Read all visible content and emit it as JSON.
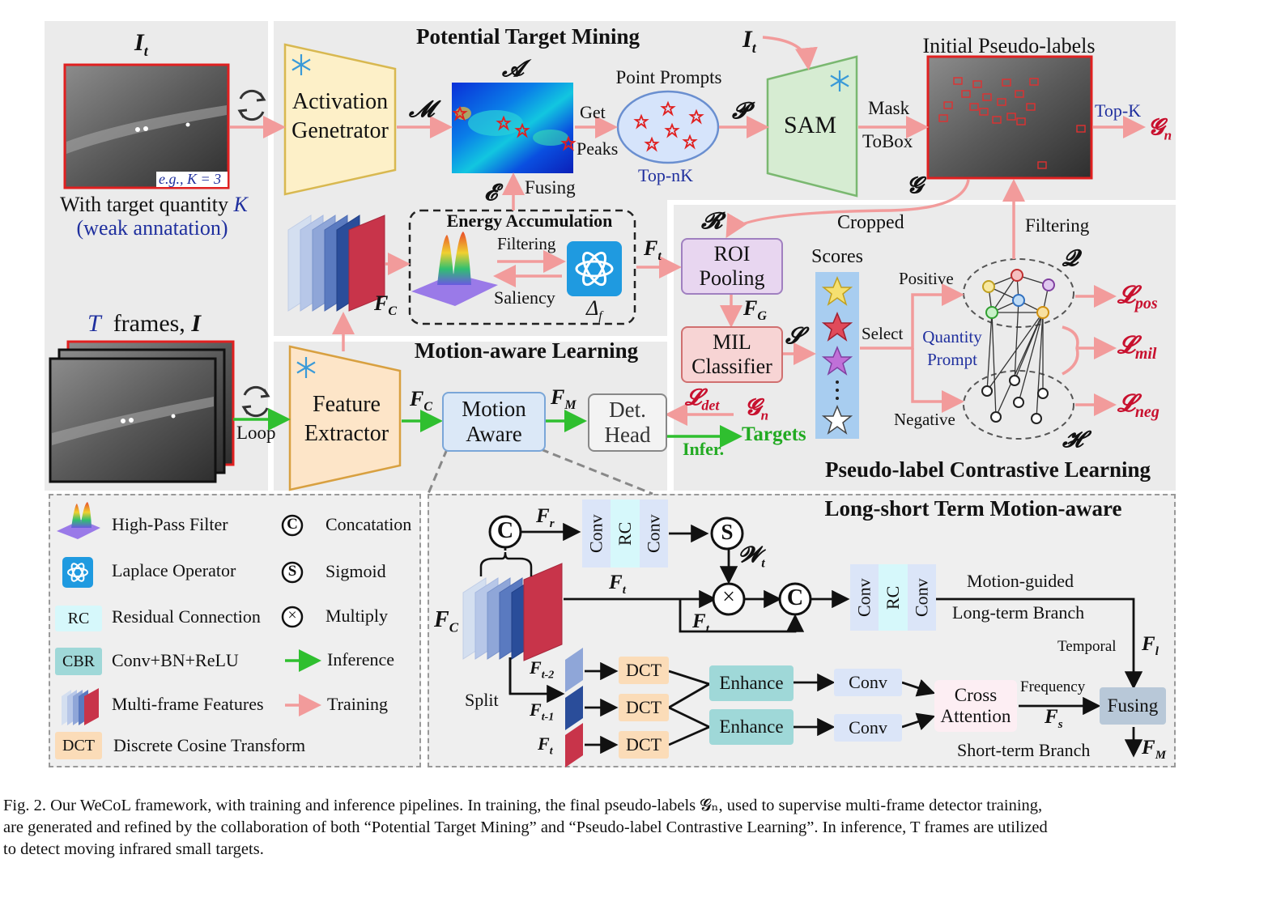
{
  "sections": {
    "ptm_title": "Potential Target Mining",
    "mal_title": "Motion-aware Learning",
    "plcl_title": "Pseudo-label Contrastive Learning",
    "ltm_title": "Long-short Term Motion-aware"
  },
  "input": {
    "it_label": "I",
    "it_sub": "t",
    "example": "e.g., K = 3",
    "quantity_line1": "With target quantity",
    "quantity_k": "K",
    "quantity_line2": "(weak annatation)",
    "frames_t": "T",
    "frames_text": "frames,",
    "frames_i": "I",
    "loop": "Loop"
  },
  "ptm": {
    "activation_label": "Activation Genetrator",
    "m_symbol": "𝓜",
    "a_symbol": "𝓐",
    "get_peaks": [
      "Get",
      "Peaks"
    ],
    "point_prompts": "Point Prompts",
    "topnk": "Top-nK",
    "p_symbol": "𝓟",
    "sam_label": "SAM",
    "it_label": "I",
    "it_sub": "t",
    "mask_tobox": [
      "Mask",
      "ToBox"
    ],
    "initial_pl": "Initial Pseudo-labels",
    "topk": "Top-K",
    "gn_symbol": "𝓖",
    "gn_sub": "n",
    "g_symbol": "𝓖",
    "e_symbol": "𝓔",
    "fusing": "Fusing",
    "energy_title": "Energy Accumulation",
    "filtering": "Filtering",
    "saliency": "Saliency",
    "delta_f": "Δ",
    "delta_sub": "f",
    "fc": "F",
    "fc_sub": "C",
    "ft": "F",
    "ft_sub": "t"
  },
  "mal": {
    "feature_extractor": "Feature Extractor",
    "fc": "F",
    "fc_sub": "C",
    "motion_aware": "Motion Aware",
    "fm": "F",
    "fm_sub": "M",
    "det_head": "Det. Head",
    "ldet": "𝓛",
    "ldet_sub": "det",
    "gn": "𝓖",
    "gn_sub": "n",
    "infer": "Infer.",
    "targets": "Targets"
  },
  "plcl": {
    "r_symbol": "𝓡",
    "cropped": "Cropped",
    "roi_pooling": "ROI Pooling",
    "fg": "F",
    "fg_sub": "G",
    "mil_classifier": "MIL Classifier",
    "s_symbol": "𝓢",
    "scores": "Scores",
    "select": "Select",
    "positive": "Positive",
    "negative": "Negative",
    "quantity_prompt": [
      "Quantity",
      "Prompt"
    ],
    "filtering": "Filtering",
    "q_symbol": "𝓠",
    "h_symbol": "𝓗",
    "lpos": "𝓛",
    "lpos_sub": "pos",
    "lmil": "𝓛",
    "lmil_sub": "mil",
    "lneg": "𝓛",
    "lneg_sub": "neg"
  },
  "legend": [
    {
      "icon": "high-pass-filter-icon",
      "label": "High-Pass Filter"
    },
    {
      "icon": "laplace-operator-icon",
      "label": "Laplace Operator"
    },
    {
      "icon": "rc-badge",
      "badge": "RC",
      "label": "Residual Connection"
    },
    {
      "icon": "cbr-badge",
      "badge": "CBR",
      "label": "Conv+BN+ReLU"
    },
    {
      "icon": "multi-frame-icon",
      "label": "Multi-frame Features"
    },
    {
      "icon": "dct-badge",
      "badge": "DCT",
      "label": "Discrete Cosine Transform"
    },
    {
      "icon": "concat-icon",
      "glyph": "C",
      "label": "Concatation"
    },
    {
      "icon": "sigmoid-icon",
      "glyph": "S",
      "label": "Sigmoid"
    },
    {
      "icon": "multiply-icon",
      "glyph": "×",
      "label": "Multiply"
    },
    {
      "icon": "inference-arrow-icon",
      "label": "Inference"
    },
    {
      "icon": "training-arrow-icon",
      "label": "Training"
    }
  ],
  "ltm": {
    "c": "C",
    "s": "S",
    "x": "×",
    "fr": "F",
    "fr_sub": "r",
    "wt": "𝓦",
    "wt_sub": "t",
    "ft": "F",
    "ft_sub": "t",
    "fc": "F",
    "fc_sub": "C",
    "conv": "Conv",
    "rc": "RC",
    "motion_guided": "Motion-guided",
    "long_term": "Long-term Branch",
    "temporal": "Temporal",
    "fl": "F",
    "fl_sub": "l",
    "ft2_sub": "t-2",
    "ft1_sub": "t-1",
    "dct": "DCT",
    "split": "Split",
    "enhance": "Enhance",
    "cross_attention": "Cross Attention",
    "frequency": "Frequency",
    "fs": "F",
    "fs_sub": "s",
    "fusing": "Fusing",
    "short_term": "Short-term Branch",
    "fm": "F",
    "fm_sub": "M"
  },
  "caption": {
    "line1": "Fig. 2.  Our WeCoL framework, with training and inference pipelines. In training, the final pseudo-labels 𝓖ₙ, used to supervise multi-frame detector training,",
    "line2": "are generated and refined by the collaboration of both “Potential Target Mining” and “Pseudo-label Contrastive Learning”. In inference, T frames are utilized",
    "line3": "to detect moving infrared small targets."
  },
  "colors": {
    "train_arrow": "#f4a0a0",
    "infer_arrow": "#2fbf2f",
    "panel_bg": "#ebebeb",
    "activation_fill": "#fdf0c8",
    "sam_fill": "#d6ecd2",
    "feature_fill": "#fde5c8",
    "motion_fill": "#dbe8f7",
    "roi_fill": "#e8d6f0",
    "mil_fill": "#f7d4d4",
    "scores_fill": "#a8cdf0"
  }
}
